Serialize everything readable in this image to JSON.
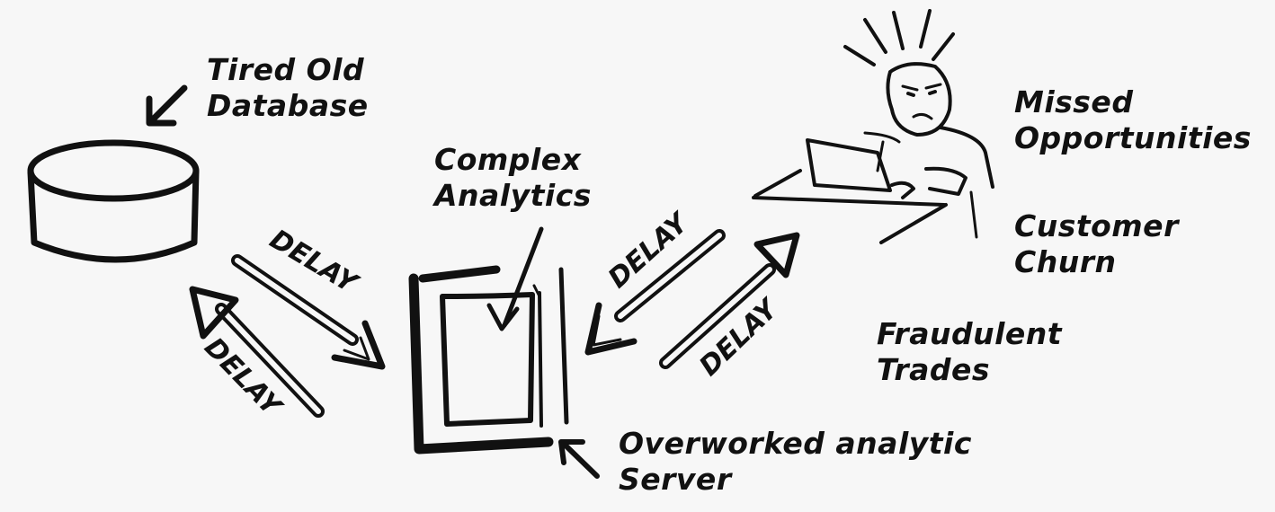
{
  "labels": {
    "database": [
      "Tired Old",
      "Database"
    ],
    "analytics": [
      "Complex",
      "Analytics"
    ],
    "server": [
      "Overworked analytic",
      "Server"
    ],
    "missed": [
      "Missed",
      "Opportunities"
    ],
    "churn": [
      "Customer",
      "Churn"
    ],
    "fraud": [
      "Fraudulent",
      "Trades"
    ]
  },
  "arrows": {
    "db_to_server": "DELAY",
    "server_to_db": "DELAY",
    "server_to_user": "DELAY",
    "user_to_server": "DELAY"
  },
  "colors": {
    "ink": "#111111",
    "background": "#f7f7f7"
  }
}
